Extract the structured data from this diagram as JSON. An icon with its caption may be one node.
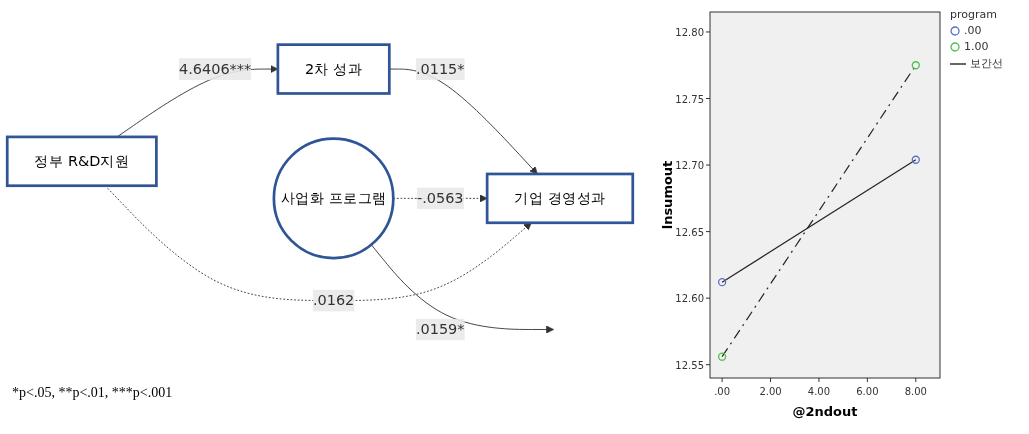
{
  "diagram": {
    "nodes": [
      {
        "text": [
          "정부 R&D지원"
        ]
      },
      {
        "text": [
          "2차 성과"
        ]
      },
      {
        "text": [
          "기업 경영성과"
        ]
      },
      {
        "text": [
          "사업화 프로그램"
        ]
      }
    ],
    "edges": [
      {
        "from": 0,
        "to": 1,
        "arrow": "to",
        "label": "4.6406***"
      },
      {
        "from": 1,
        "to": 2,
        "arrow": "to",
        "label": ".0115*"
      },
      {
        "from": 3,
        "to": null,
        "arrow": "to",
        "label": ".0159*"
      },
      {
        "from": 3,
        "to": 2,
        "arrow": "to",
        "label": "-.0563",
        "style": "dashed"
      },
      {
        "from": 0,
        "to": 2,
        "arrow": "to",
        "label": ".0162",
        "style": "dashed"
      }
    ],
    "labels": [
      "*p<.05, **p<.01, ***p<.001",
      "program"
    ],
    "legend": [
      {
        "text": "보간선"
      }
    ],
    "chart_data": {
      "type": "line",
      "xlabel": "@2ndout",
      "ylabel": "lnsumout",
      "x": [
        0,
        8
      ],
      "series": [
        {
          "name": ".00",
          "color": "#5b6fc8",
          "marker": "circle",
          "line_style": "solid",
          "values": [
            12.612,
            12.704
          ]
        },
        {
          "name": "1.00",
          "color": "#4cbf4c",
          "marker": "circle",
          "line_style": "dashdot",
          "values": [
            12.556,
            12.775
          ]
        }
      ],
      "xlim": [
        -0.5,
        9
      ],
      "ylim": [
        12.54,
        12.815
      ],
      "xticks": [
        {
          "value": 0,
          "label": ".00"
        },
        {
          "value": 2,
          "label": "2.00"
        },
        {
          "value": 4,
          "label": "4.00"
        },
        {
          "value": 6,
          "label": "6.00"
        },
        {
          "value": 8,
          "label": "8.00"
        }
      ],
      "yticks": [
        {
          "value": 12.55,
          "label": "12.55"
        },
        {
          "value": 12.6,
          "label": "12.60"
        },
        {
          "value": 12.65,
          "label": "12.65"
        },
        {
          "value": 12.7,
          "label": "12.70"
        },
        {
          "value": 12.75,
          "label": "12.75"
        },
        {
          "value": 12.8,
          "label": "12.80"
        }
      ]
    }
  }
}
